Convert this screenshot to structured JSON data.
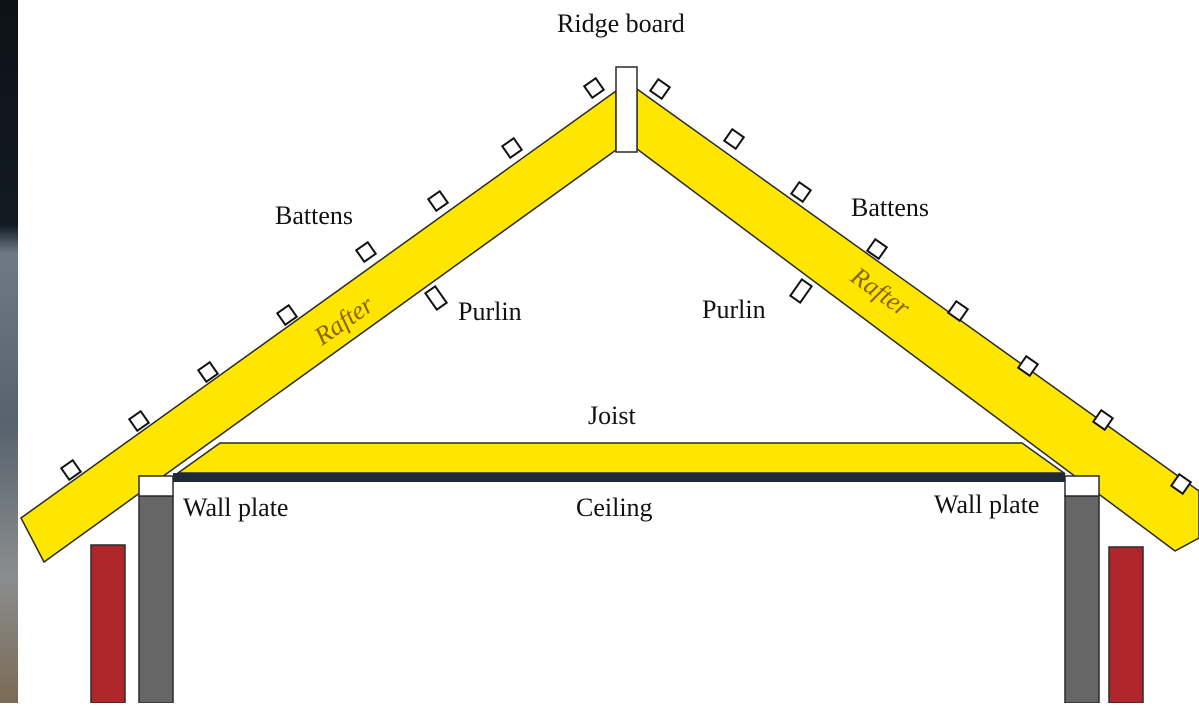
{
  "labels": {
    "ridge_board": "Ridge board",
    "battens_left": "Battens",
    "battens_right": "Battens",
    "rafter_left": "Rafter",
    "rafter_right": "Rafter",
    "purlin_left": "Purlin",
    "purlin_right": "Purlin",
    "joist": "Joist",
    "ceiling": "Ceiling",
    "wall_plate_left": "Wall plate",
    "wall_plate_right": "Wall plate"
  },
  "colors": {
    "timber": "#ffe600",
    "timber_outline": "#2a2a2a",
    "wall": "#666666",
    "brick": "#b0262a",
    "ceiling": "#1e2b36",
    "background_photo": "#4e5a66"
  }
}
